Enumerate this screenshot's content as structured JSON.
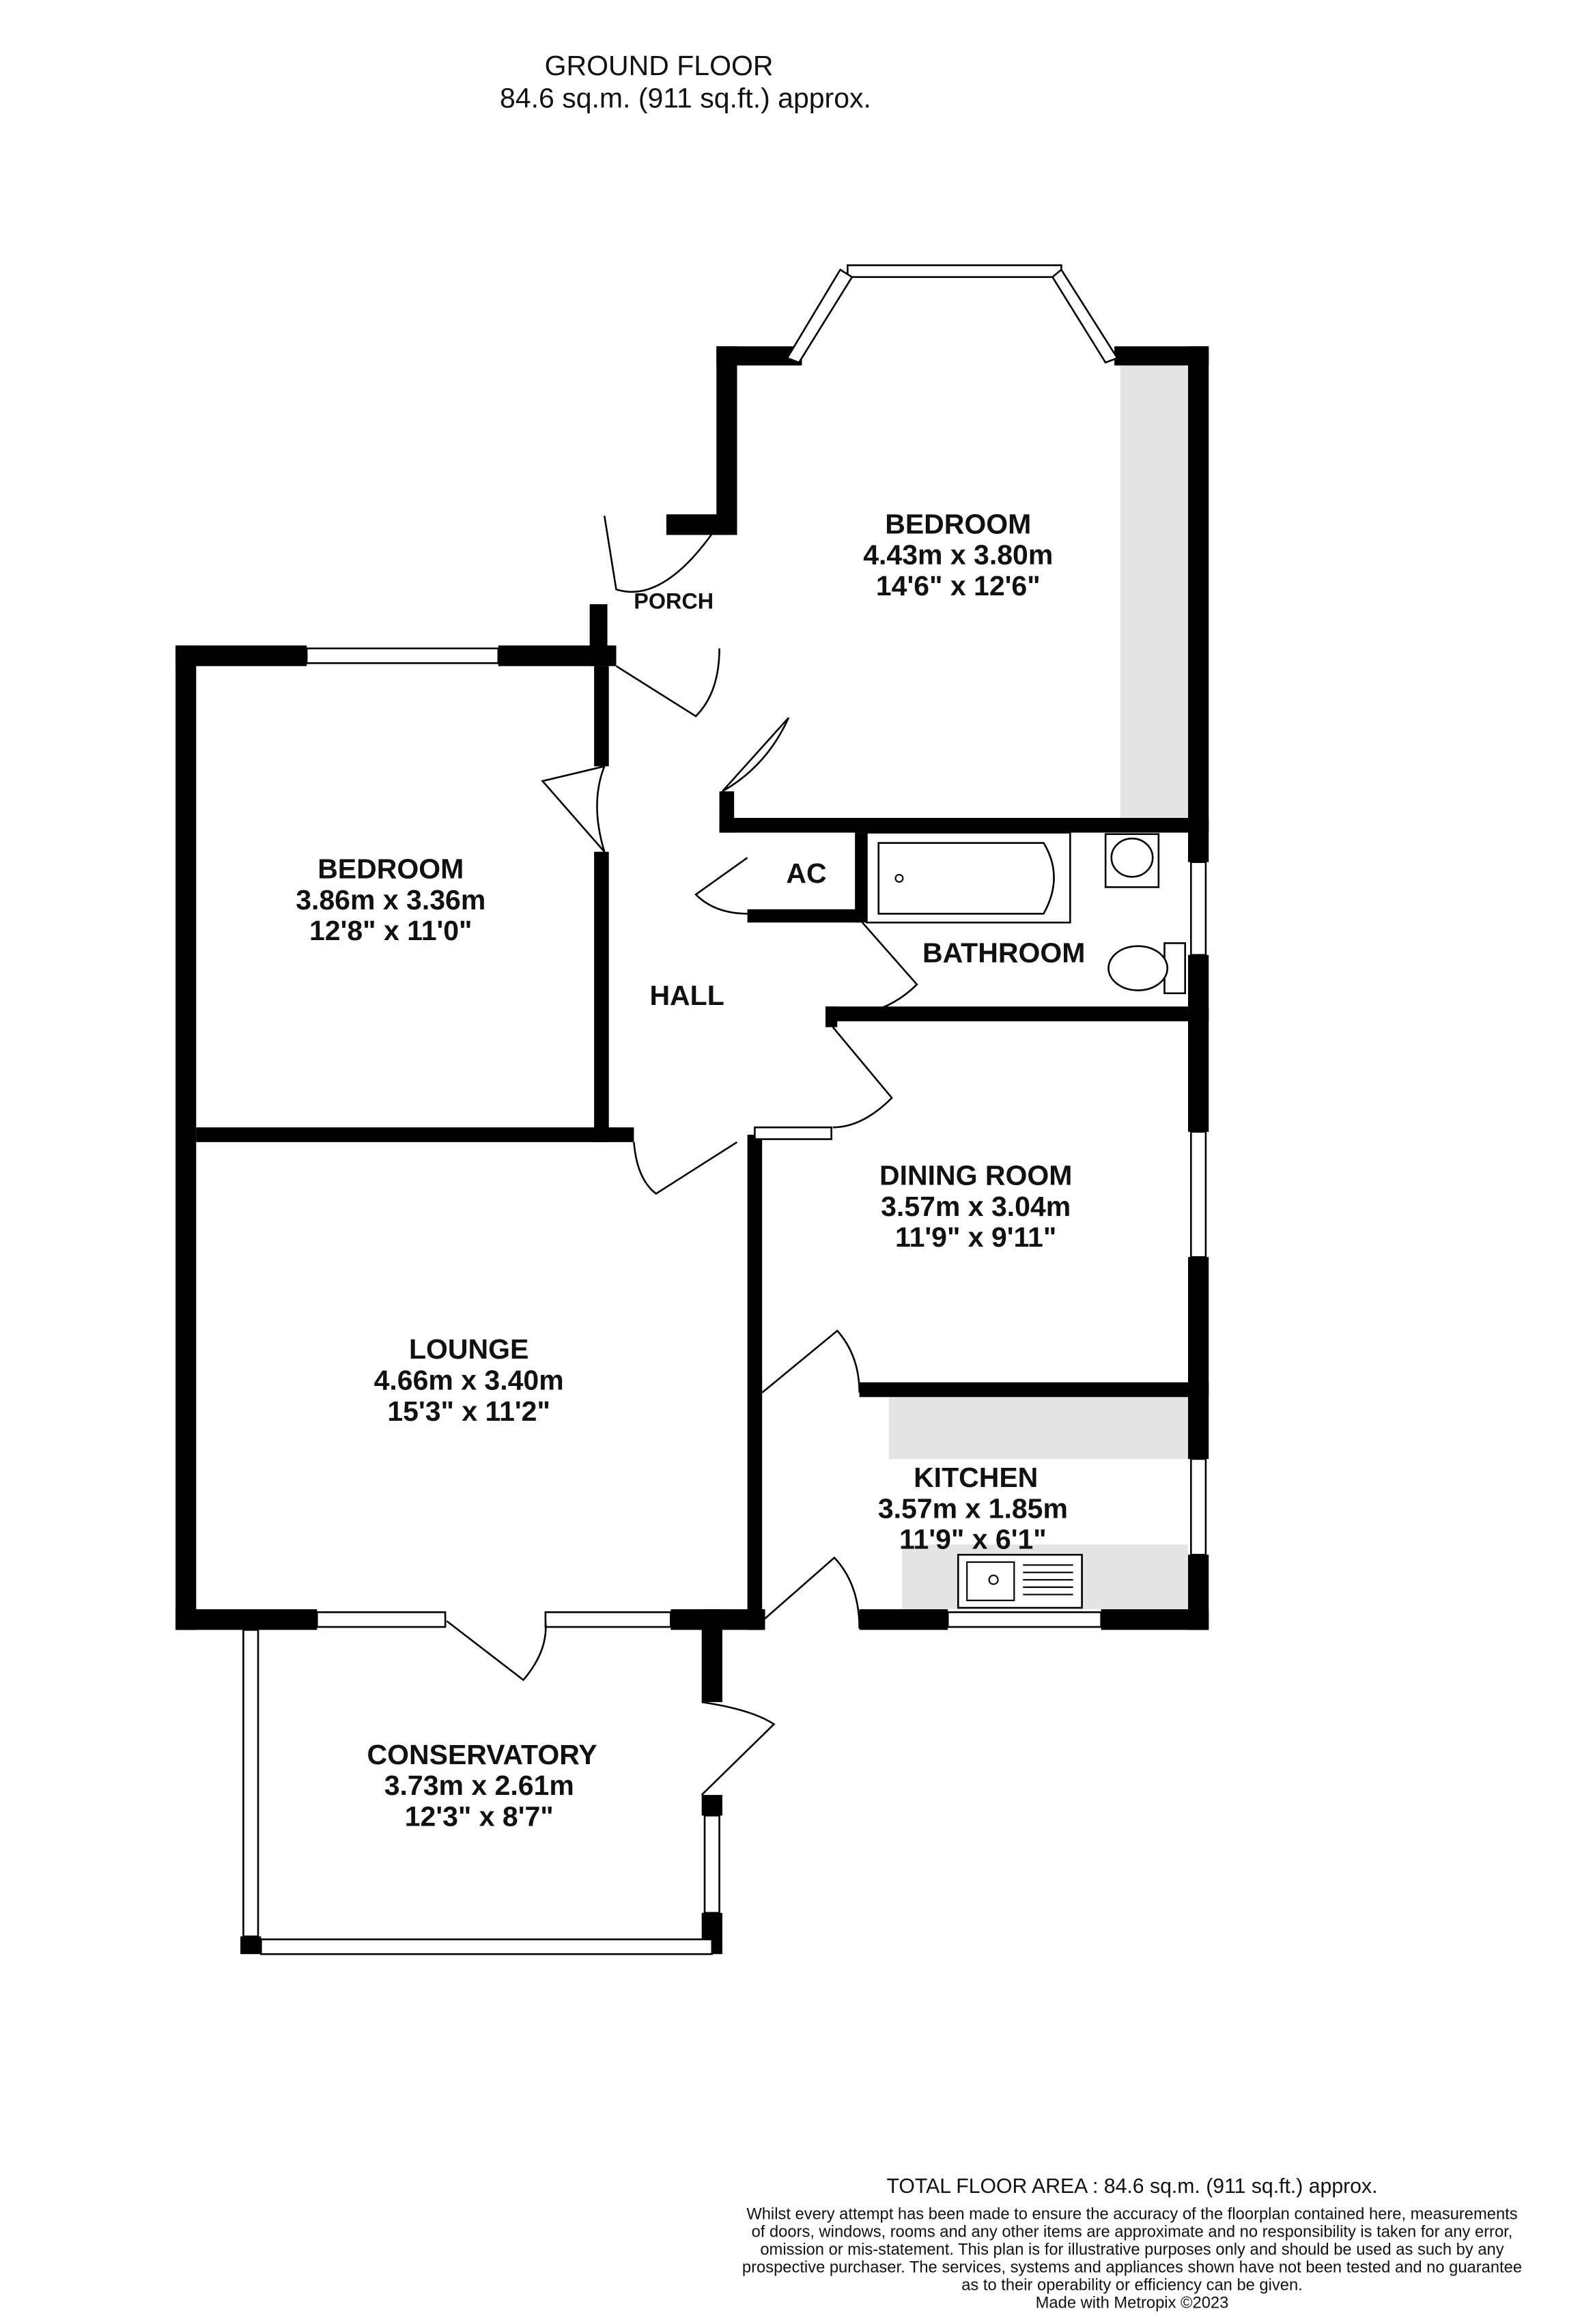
{
  "header": {
    "floor_name": "GROUND FLOOR",
    "floor_area": "84.6 sq.m. (911 sq.ft.) approx."
  },
  "rooms": [
    {
      "name": "BEDROOM",
      "metric": "4.43m  x 3.80m",
      "imperial": "14'6\"  x 12'6\""
    },
    {
      "name": "BEDROOM",
      "metric": "3.86m  x 3.36m",
      "imperial": "12'8\"  x 11'0\""
    },
    {
      "name": "LOUNGE",
      "metric": "4.66m  x 3.40m",
      "imperial": "15'3\"  x 11'2\""
    },
    {
      "name": "DINING ROOM",
      "metric": "3.57m  x 3.04m",
      "imperial": "11'9\"  x 9'11\""
    },
    {
      "name": "KITCHEN",
      "metric": "3.57m  x 1.85m",
      "imperial": "11'9\"  x 6'1\""
    },
    {
      "name": "CONSERVATORY",
      "metric": "3.73m  x 2.61m",
      "imperial": "12'3\"  x 8'7\""
    }
  ],
  "small_labels": {
    "porch": "PORCH",
    "ac": "AC",
    "bathroom": "BATHROOM",
    "hall": "HALL"
  },
  "footer": {
    "total": "TOTAL FLOOR AREA : 84.6 sq.m. (911 sq.ft.) approx.",
    "disclaimer": [
      "Whilst every attempt has been made to ensure the accuracy of the floorplan contained here, measurements",
      "of doors, windows, rooms and any other items are approximate and no responsibility is taken for any error,",
      "omission or mis-statement. This plan is for illustrative purposes only and should be used as such by any",
      "prospective purchaser. The services, systems and appliances shown have not been tested and no guarantee",
      "as to their operability or efficiency can be given."
    ],
    "credit": "Made with Metropix ©2023"
  }
}
